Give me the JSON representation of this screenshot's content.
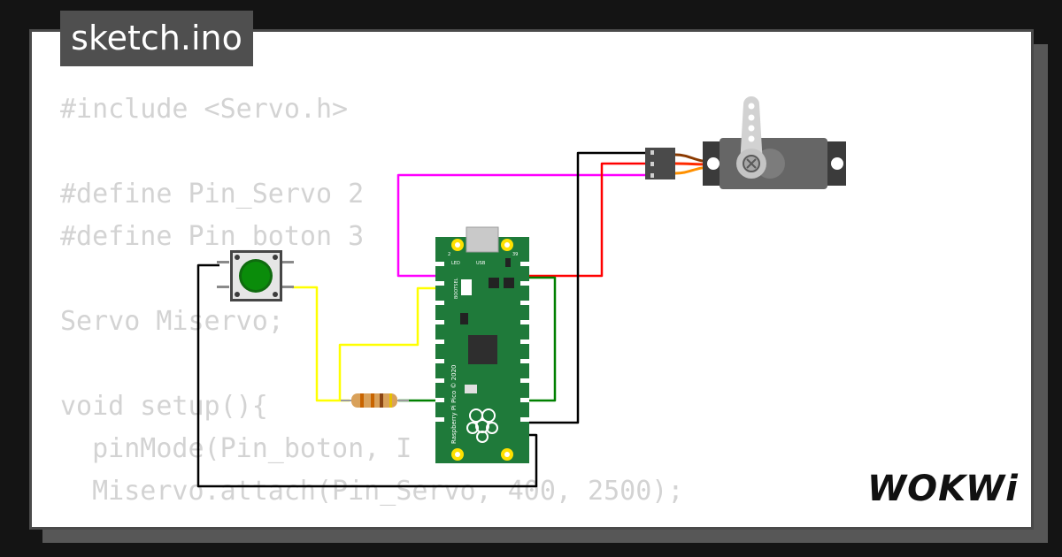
{
  "file_tab": {
    "label": "sketch.ino"
  },
  "code_lines": [
    "#include <Servo.h>",
    "",
    "#define Pin_Servo 2",
    "#define Pin_boton 3",
    "",
    "Servo Miservo;",
    "",
    "void setup(){",
    "  pinMode(Pin_boton, I",
    "  Miservo.attach(Pin_Servo, 400, 2500);"
  ],
  "board": {
    "name": "Raspberry Pi Pico © 2020",
    "led_label": "LED",
    "usb_label": "USB",
    "bootsel_label": "BOOTSEL",
    "pin_left_top": "2",
    "pin_right_top": "39"
  },
  "brand": {
    "logo_text": "WOKWi"
  },
  "colors": {
    "background": "#141414",
    "card": "#ffffff",
    "tab": "#4f4f4f",
    "code_text": "#d3d3d3",
    "pico_green": "#1f7a3a",
    "wire_magenta": "#ff00ff",
    "wire_red": "#ff0000",
    "wire_green": "#008000",
    "wire_yellow": "#ffff00",
    "wire_black": "#000000"
  },
  "icons": {
    "pushbutton": "pushbutton-icon",
    "servo": "servo-motor-icon",
    "resistor": "resistor-icon",
    "board": "raspberry-pi-pico-icon"
  }
}
